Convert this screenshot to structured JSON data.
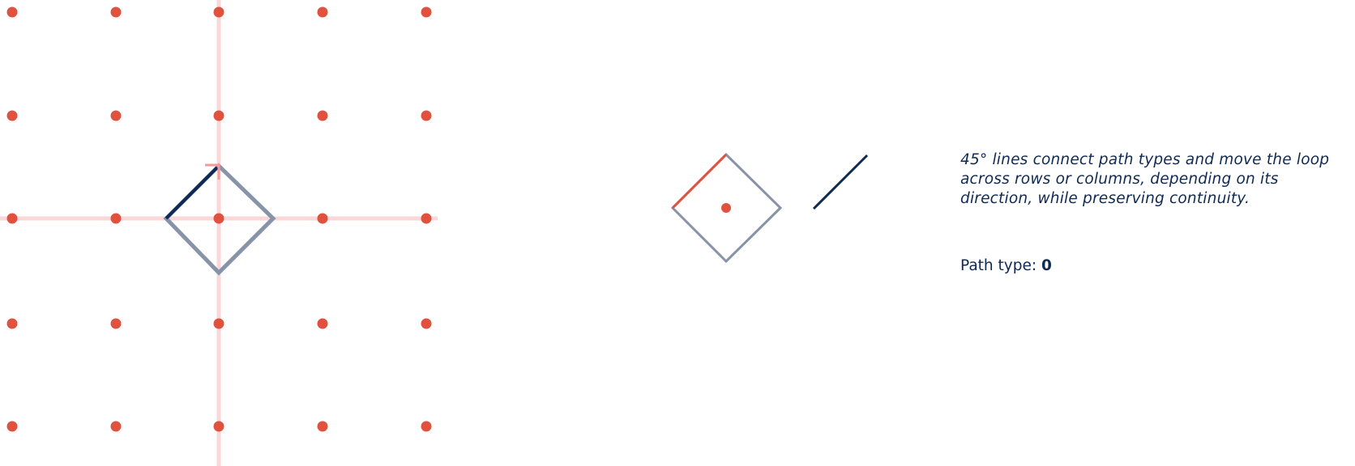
{
  "colors": {
    "dot": "#e0523e",
    "axis": "#fbd7d9",
    "diamond": "#8794a8",
    "active": "#0c2a55",
    "accent": "#e0523e",
    "arrow": "#f59a9c"
  },
  "description": "45° lines connect path types and move the loop across rows or columns, depending on its direction, while preserving continuity.",
  "path_type_label": "Path type:",
  "path_type_value": "0"
}
